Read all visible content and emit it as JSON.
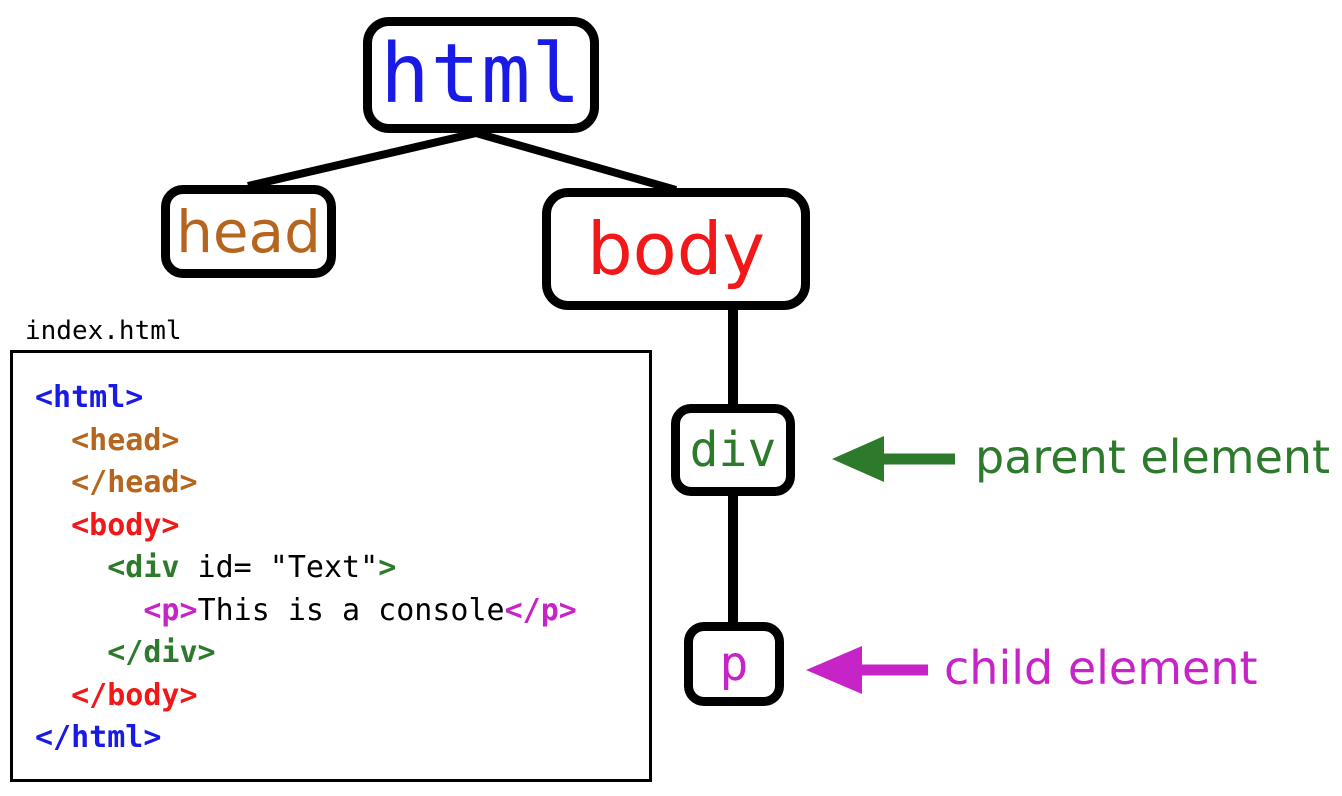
{
  "diagram": {
    "title": "HTML DOM tree with index.html source",
    "background": "#ffffff"
  },
  "colors": {
    "html": "#1a1ae6",
    "head": "#b5651d",
    "body": "#f01818",
    "div": "#2d7a2d",
    "p": "#c724c7",
    "outline": "#000000",
    "text": "#000000"
  },
  "tree": {
    "nodes": [
      {
        "id": "html",
        "label": "html",
        "color": "#1a1ae6"
      },
      {
        "id": "head",
        "label": "head",
        "color": "#b5651d"
      },
      {
        "id": "body",
        "label": "body",
        "color": "#f01818"
      },
      {
        "id": "div",
        "label": "div",
        "color": "#2d7a2d"
      },
      {
        "id": "p",
        "label": "p",
        "color": "#c724c7"
      }
    ],
    "edges": [
      {
        "from": "html",
        "to": "head"
      },
      {
        "from": "html",
        "to": "body"
      },
      {
        "from": "body",
        "to": "div"
      },
      {
        "from": "div",
        "to": "p"
      }
    ]
  },
  "annotations": [
    {
      "id": "parent",
      "label": "parent element",
      "color": "#2d7a2d",
      "points_to": "div"
    },
    {
      "id": "child",
      "label": "child element",
      "color": "#c724c7",
      "points_to": "p"
    }
  ],
  "code_panel": {
    "filename": "index.html",
    "lines": [
      {
        "indent": 0,
        "tokens": [
          {
            "text": "<html>",
            "type": "tag",
            "color": "#1a1ae6"
          }
        ]
      },
      {
        "indent": 2,
        "tokens": [
          {
            "text": "<head>",
            "type": "tag",
            "color": "#b5651d"
          }
        ]
      },
      {
        "indent": 2,
        "tokens": [
          {
            "text": "</head>",
            "type": "tag",
            "color": "#b5651d"
          }
        ]
      },
      {
        "indent": 2,
        "tokens": [
          {
            "text": "<body>",
            "type": "tag",
            "color": "#f01818"
          }
        ]
      },
      {
        "indent": 4,
        "tokens": [
          {
            "text": "<div",
            "type": "tag",
            "color": "#2d7a2d"
          },
          {
            "text": " id= \"Text\"",
            "type": "plain",
            "color": "#000000"
          },
          {
            "text": ">",
            "type": "tag",
            "color": "#2d7a2d"
          }
        ]
      },
      {
        "indent": 6,
        "tokens": [
          {
            "text": "<p>",
            "type": "tag",
            "color": "#c724c7"
          },
          {
            "text": "This is a console",
            "type": "plain",
            "color": "#000000"
          },
          {
            "text": "</p>",
            "type": "tag",
            "color": "#c724c7"
          }
        ]
      },
      {
        "indent": 4,
        "tokens": [
          {
            "text": "</div>",
            "type": "tag",
            "color": "#2d7a2d"
          }
        ]
      },
      {
        "indent": 2,
        "tokens": [
          {
            "text": "</body>",
            "type": "tag",
            "color": "#f01818"
          }
        ]
      },
      {
        "indent": 0,
        "tokens": [
          {
            "text": "</html>",
            "type": "tag",
            "color": "#1a1ae6"
          }
        ]
      }
    ]
  }
}
